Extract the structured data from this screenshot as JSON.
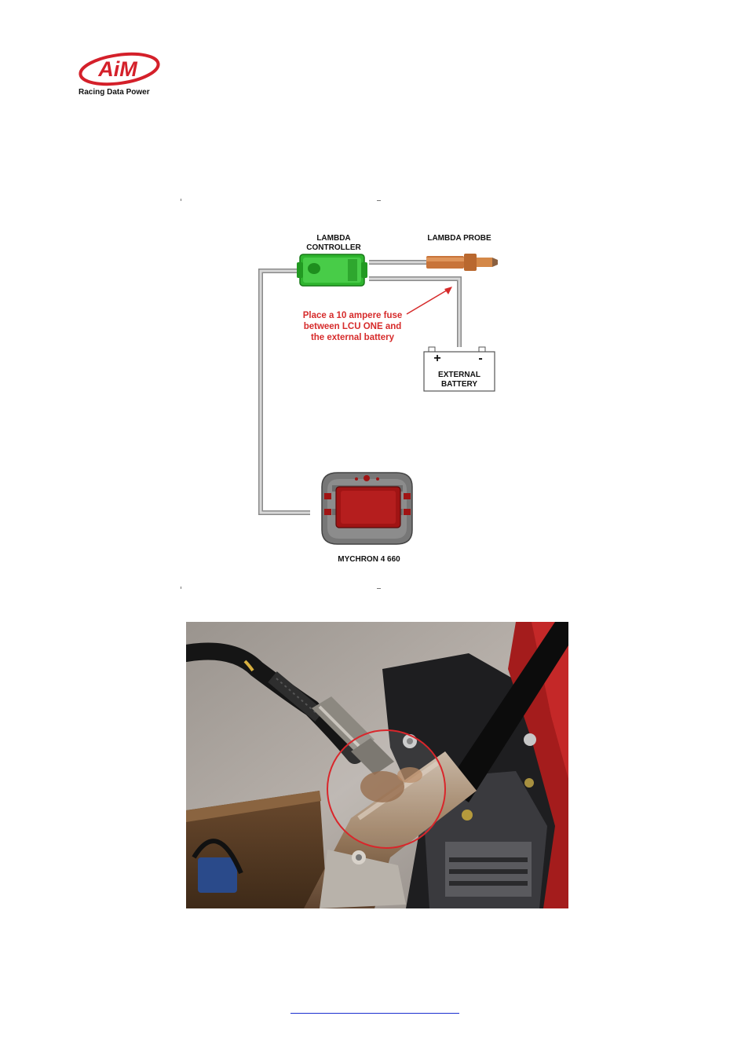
{
  "header": {
    "logo_text": "AiM",
    "tagline": "Racing Data Power"
  },
  "diagram": {
    "lambda_controller_label": "LAMBDA\nCONTROLLER",
    "lambda_probe_label": "LAMBDA PROBE",
    "fuse_note": "Place a 10 ampere fuse\nbetween LCU ONE and\nthe external battery",
    "battery_plus": "+",
    "battery_minus": "-",
    "battery_label": "EXTERNAL\nBATTERY",
    "logger_label": "MYCHRON 4 660",
    "colors": {
      "controller": "#2fb52f",
      "probe": "#c8743a",
      "fuse_note": "#d62b2b",
      "logger_display": "#a01414",
      "cable": "#a9a9a9"
    }
  },
  "photo": {
    "highlight_color": "#d9262b"
  },
  "footer": {
    "link_text": ""
  }
}
